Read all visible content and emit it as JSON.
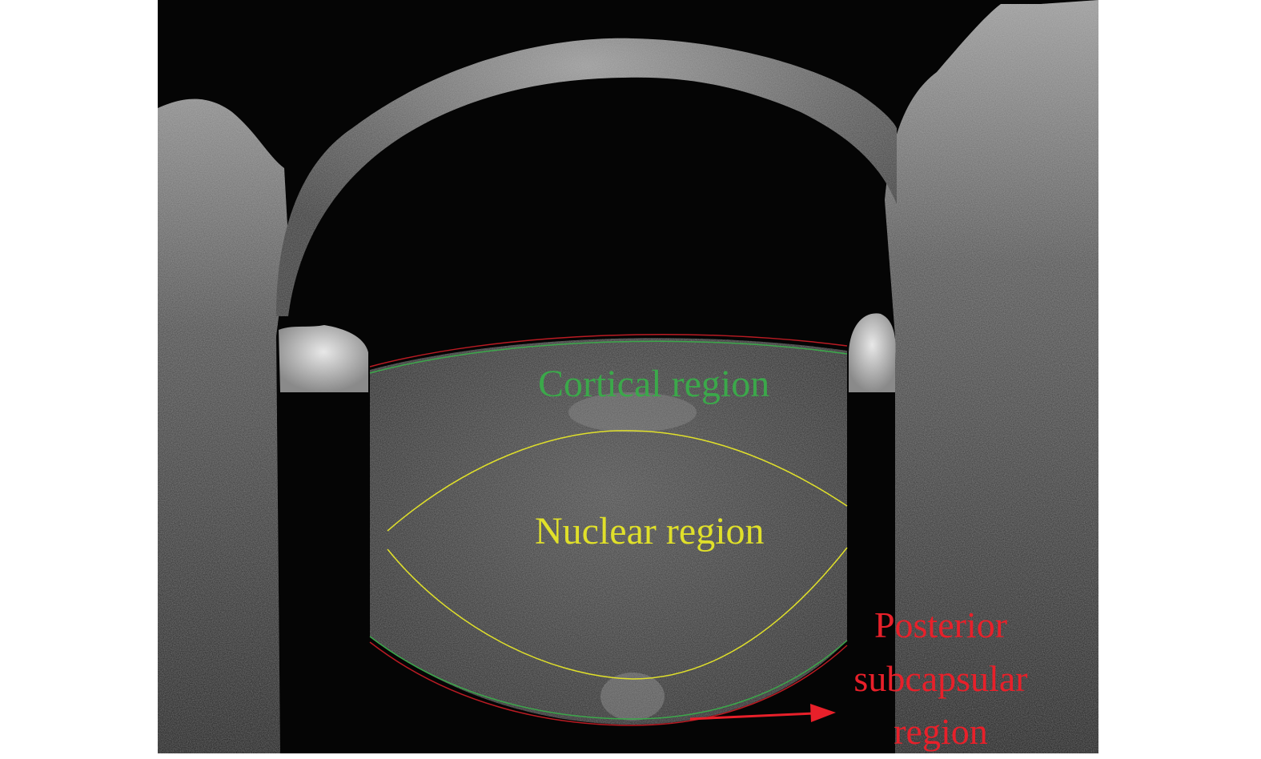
{
  "labels": {
    "cortical": "Cortical region",
    "nuclear": "Nuclear region",
    "posterior_line1": "Posterior",
    "posterior_line2": "subcapsular",
    "posterior_line3": "region"
  },
  "colors": {
    "background": "#050505",
    "cortical": "#3ba84a",
    "nuclear": "#e0e02a",
    "posterior": "#e8202a",
    "tissue_bright": "#c8c8c8",
    "tissue_mid": "#6a6a6a"
  }
}
